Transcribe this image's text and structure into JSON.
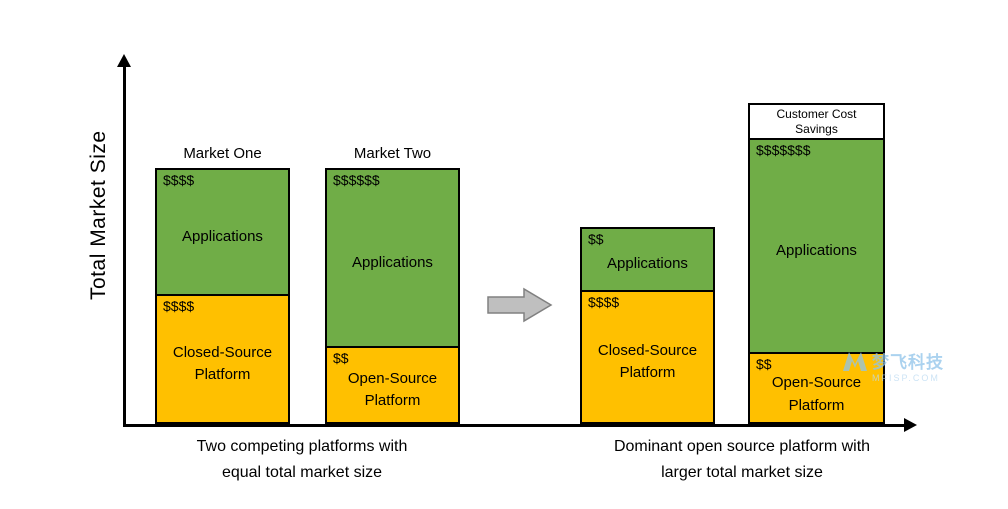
{
  "y_axis": {
    "label": "Total Market Size"
  },
  "bars": [
    {
      "title": "Market One",
      "applications": {
        "cost": "$$$$",
        "label": "Applications"
      },
      "platform": {
        "cost": "$$$$",
        "label": "Closed-Source Platform"
      }
    },
    {
      "title": "Market Two",
      "applications": {
        "cost": "$$$$$$",
        "label": "Applications"
      },
      "platform": {
        "cost": "$$",
        "label": "Open-Source Platform"
      }
    },
    {
      "applications": {
        "cost": "$$",
        "label": "Applications"
      },
      "platform": {
        "cost": "$$$$",
        "label": "Closed-Source Platform"
      }
    },
    {
      "savings": {
        "label": "Customer Cost Savings"
      },
      "applications": {
        "cost": "$$$$$$$",
        "label": "Applications"
      },
      "platform": {
        "cost": "$$",
        "label": "Open-Source Platform"
      }
    }
  ],
  "captions": {
    "left": "Two competing platforms with equal total market size",
    "right": "Dominant open source platform with larger total market size"
  },
  "watermark": {
    "brand": "梦飞科技",
    "domain": "MFISP.COM"
  },
  "colors": {
    "applications": "#70AD47",
    "platform": "#FFC000",
    "savings_box": "#FFFFFF",
    "arrow_fill": "#BFBFBF",
    "arrow_stroke": "#808080",
    "axis": "#000000",
    "watermark_blue": "#8FC4EA"
  },
  "chart_data": {
    "type": "bar",
    "stacked": true,
    "ylabel": "Total Market Size",
    "unit": "relative size (number of $ symbols shown)",
    "categories": [
      "Market One",
      "Market Two",
      "Closed-Source Platform (after)",
      "Open-Source Platform (after)"
    ],
    "series": [
      {
        "name": "Platform",
        "values": [
          4,
          2,
          4,
          2
        ],
        "labels": [
          "$$$$",
          "$$",
          "$$$$",
          "$$"
        ]
      },
      {
        "name": "Applications",
        "values": [
          4,
          6,
          2,
          7
        ],
        "labels": [
          "$$$$",
          "$$$$$$",
          "$$",
          "$$$$$$$"
        ]
      },
      {
        "name": "Customer Cost Savings",
        "values": [
          0,
          0,
          0,
          1
        ],
        "labels": [
          "",
          "",
          "",
          "Customer Cost Savings"
        ]
      }
    ],
    "annotations": [
      "Two competing platforms with equal total market size",
      "Dominant open source platform with larger total market size"
    ],
    "legend": false,
    "grid": false
  }
}
